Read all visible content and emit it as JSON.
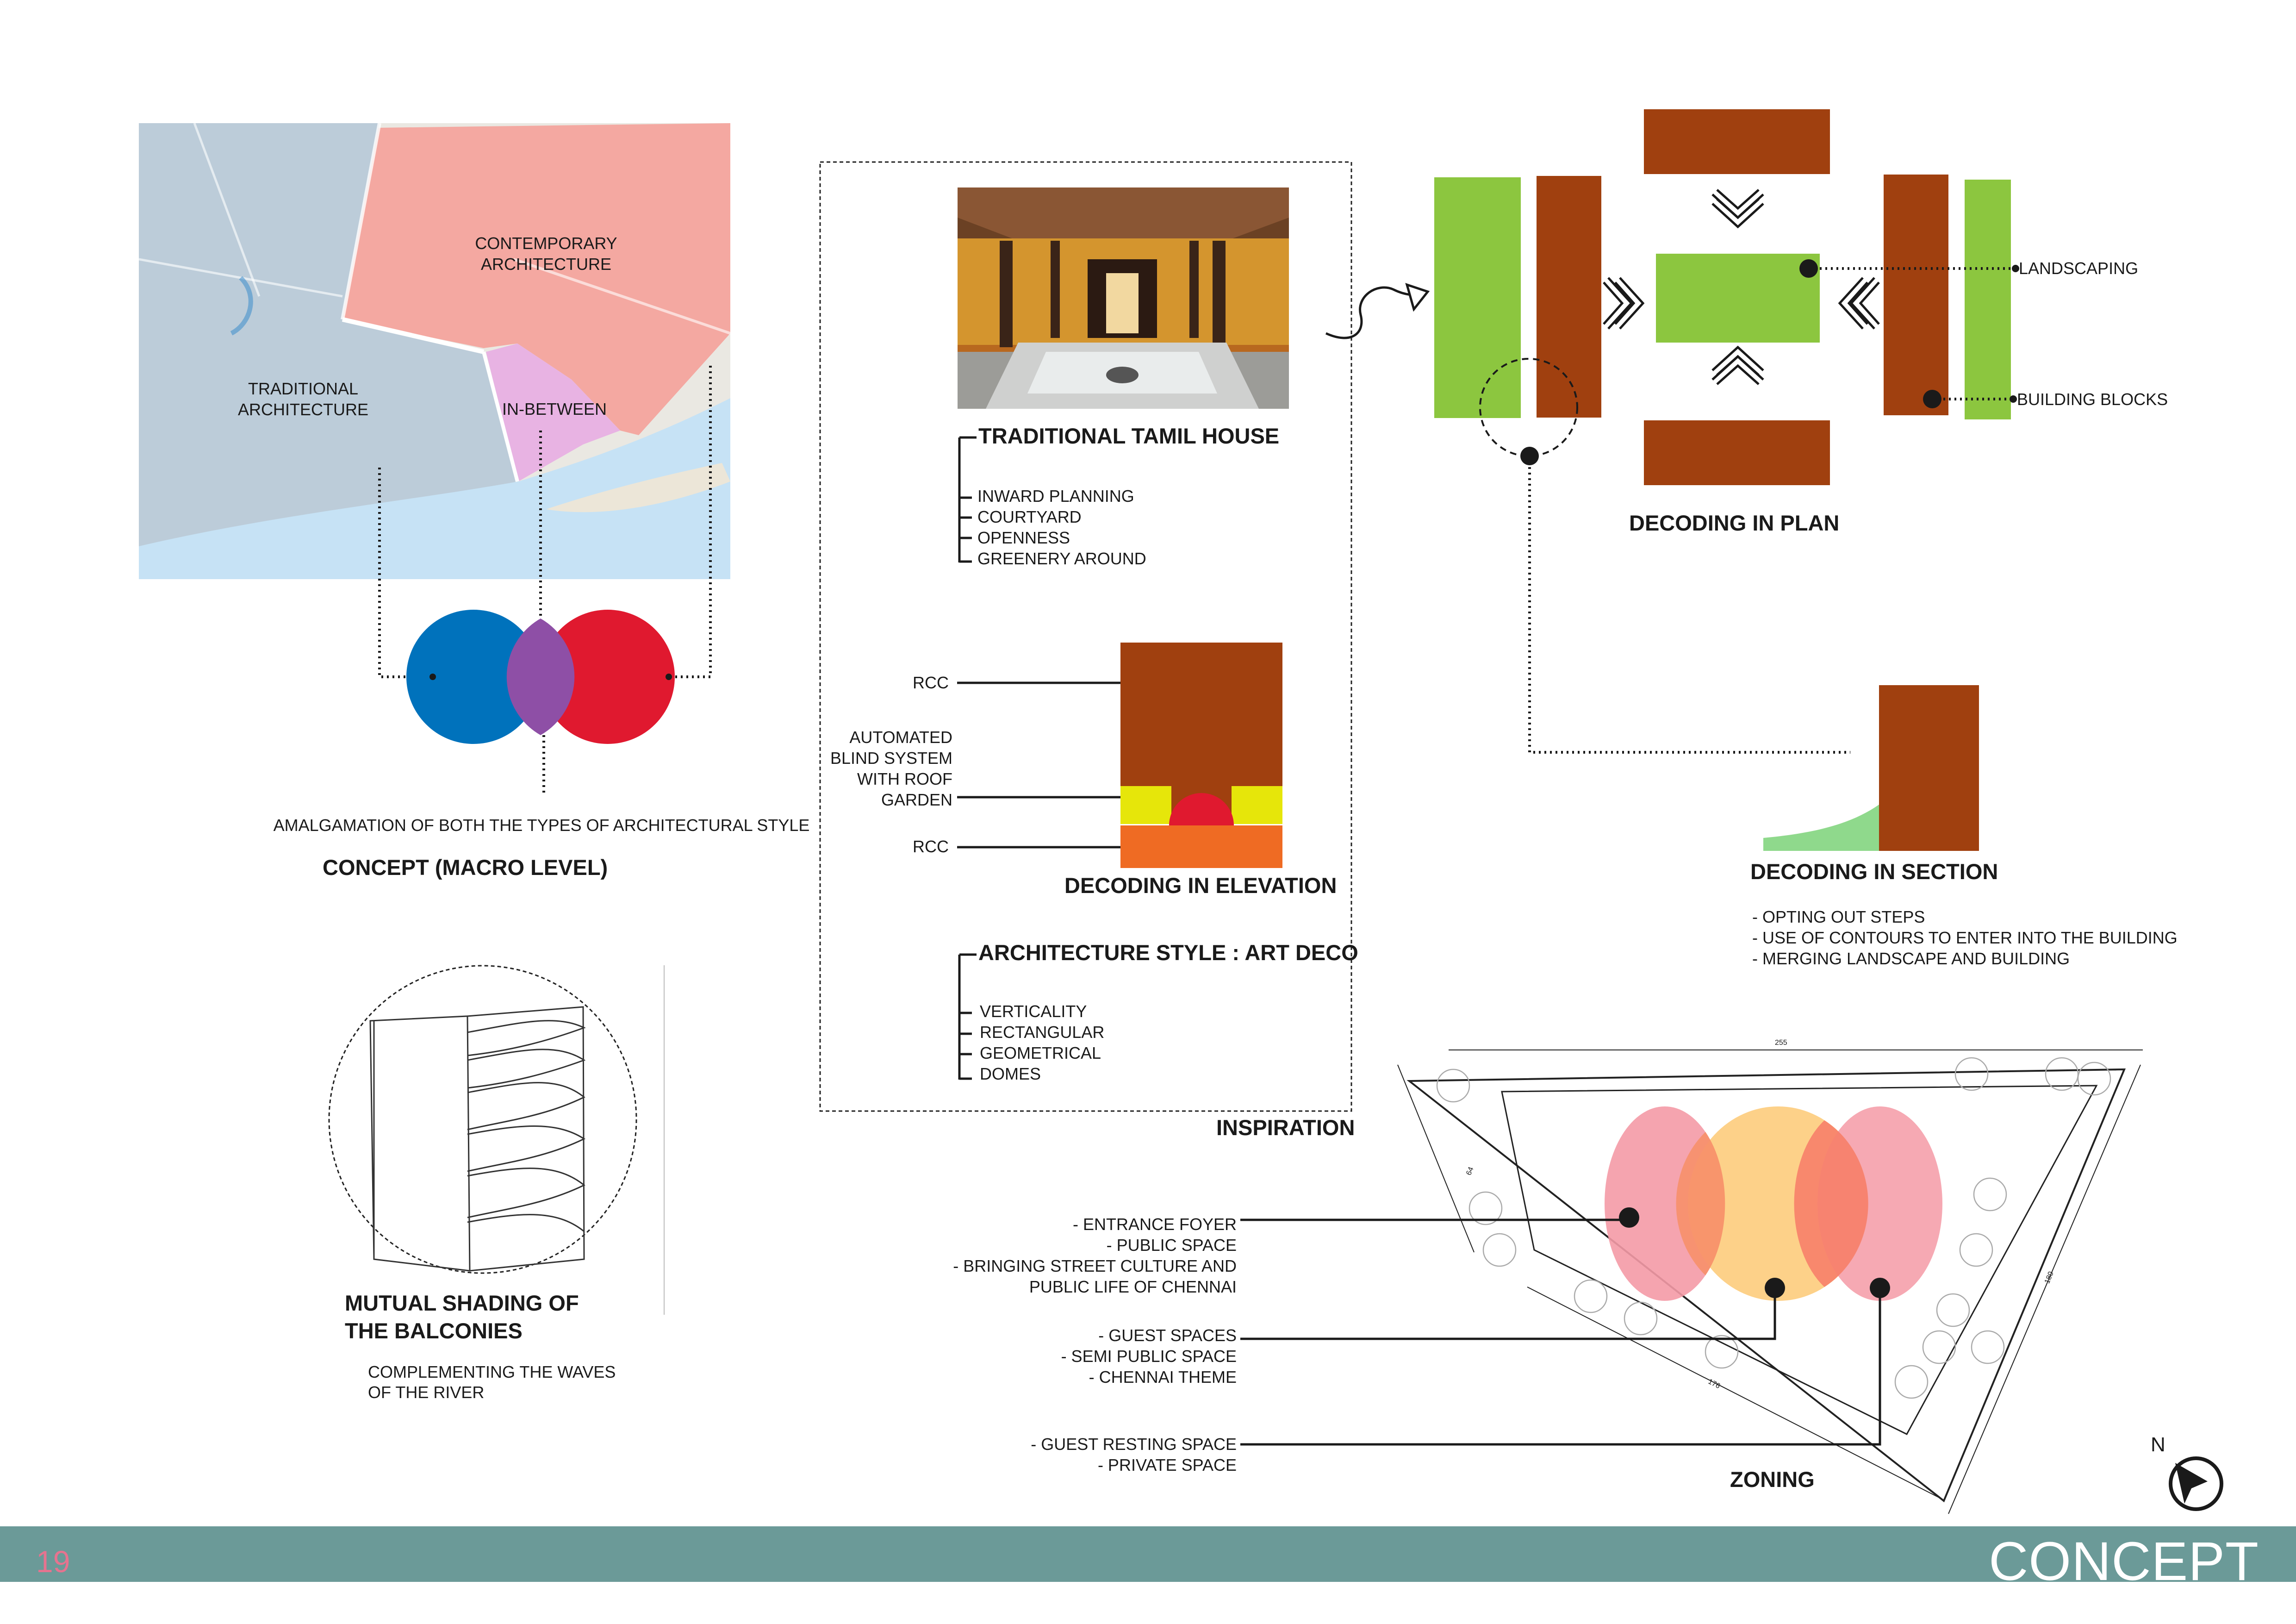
{
  "colors": {
    "brown": "#a0400f",
    "green": "#8cc63f",
    "blue": "#0072bc",
    "red": "#e0192f",
    "purple": "#8e4fa6",
    "yellow": "#e6e60a",
    "orange": "#ef6b23",
    "light_green": "#8fd98c",
    "footer": "#6b9a98",
    "page_number": "#e6738f",
    "zone_pink": "#f49aa6",
    "zone_orange": "#fdc56b",
    "map_pink": "#f4a8a1",
    "map_violet": "#e8b3e3",
    "map_river": "#c6e2f5"
  },
  "map": {
    "contemporary": "CONTEMPORARY\nARCHITECTURE",
    "traditional": "TRADITIONAL\nARCHITECTURE",
    "in_between": "IN-BETWEEN"
  },
  "concept_macro": {
    "caption": "AMALGAMATION OF BOTH THE TYPES OF ARCHITECTURAL STYLE",
    "title": "CONCEPT (MACRO LEVEL)"
  },
  "balconies": {
    "title": "MUTUAL SHADING OF\nTHE BALCONIES",
    "caption": "COMPLEMENTING THE WAVES\nOF THE RIVER"
  },
  "inspiration": {
    "title": "INSPIRATION",
    "tamil_house": {
      "title": "TRADITIONAL TAMIL HOUSE",
      "items": [
        "INWARD PLANNING",
        "COURTYARD",
        "OPENNESS",
        "GREENERY AROUND"
      ]
    },
    "elevation": {
      "title": "DECODING IN ELEVATION",
      "label_top": "RCC",
      "label_mid": "AUTOMATED\nBLIND SYSTEM\nWITH ROOF\nGARDEN",
      "label_bottom": "RCC"
    },
    "art_deco": {
      "title": "ARCHITECTURE STYLE : ART DECO",
      "items": [
        "VERTICALITY",
        "RECTANGULAR",
        "GEOMETRICAL",
        "DOMES"
      ]
    }
  },
  "plan": {
    "title": "DECODING IN PLAN",
    "label_landscaping": "LANDSCAPING",
    "label_blocks": "BUILDING BLOCKS"
  },
  "section": {
    "title": "DECODING IN SECTION",
    "items": [
      "- OPTING OUT STEPS",
      "- USE OF CONTOURS TO ENTER INTO THE BUILDING",
      "- MERGING LANDSCAPE AND BUILDING"
    ]
  },
  "zoning": {
    "title": "ZONING",
    "group1": "- ENTRANCE FOYER\n- PUBLIC SPACE\n- BRINGING STREET CULTURE AND\nPUBLIC LIFE OF CHENNAI",
    "group2": "- GUEST SPACES\n- SEMI PUBLIC SPACE\n- CHENNAI THEME",
    "group3": "- GUEST RESTING SPACE\n- PRIVATE SPACE",
    "north": "N",
    "dim_top": "255",
    "dim_right": "180",
    "dim_bottom": "176",
    "dim_left": "64"
  },
  "footer": {
    "page_number": "19",
    "title": "CONCEPT"
  }
}
